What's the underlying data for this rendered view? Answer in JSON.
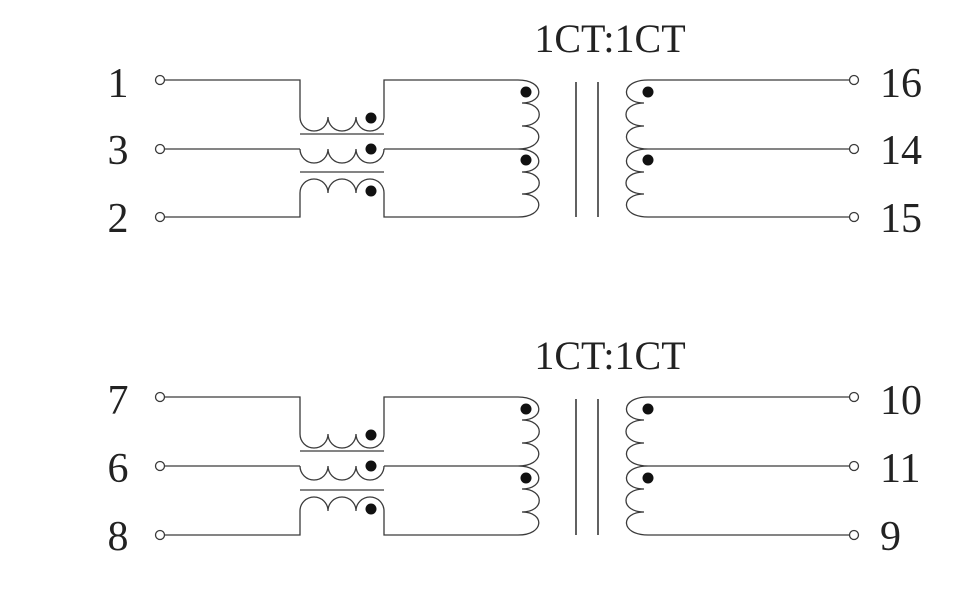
{
  "colors": {
    "line": "#3a3a3a",
    "text": "#222222",
    "dot": "#111111",
    "background": "#ffffff"
  },
  "units": [
    {
      "ratio_label": "1CT:1CT",
      "left_pins": [
        "1",
        "3",
        "2"
      ],
      "right_pins": [
        "16",
        "14",
        "15"
      ]
    },
    {
      "ratio_label": "1CT:1CT",
      "left_pins": [
        "7",
        "6",
        "8"
      ],
      "right_pins": [
        "10",
        "11",
        "9"
      ]
    }
  ]
}
